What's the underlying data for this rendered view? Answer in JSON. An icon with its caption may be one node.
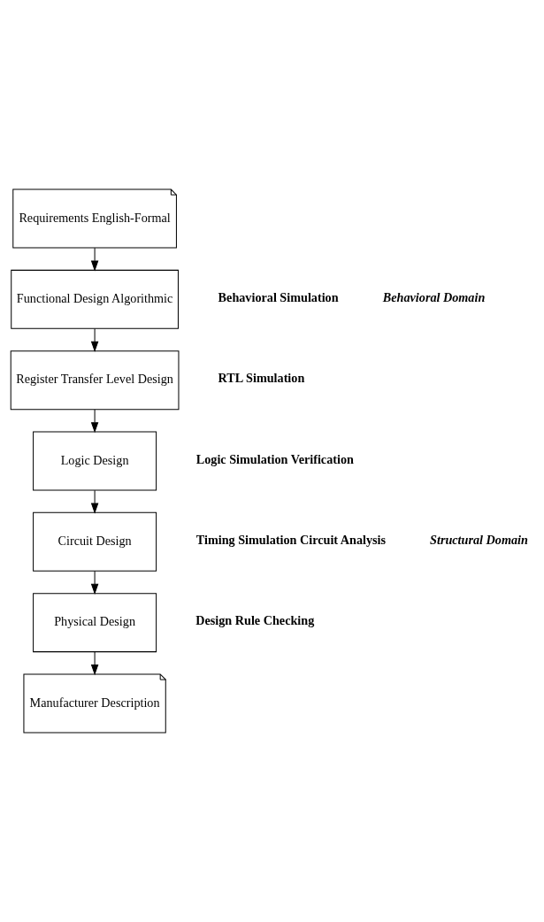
{
  "diagram": {
    "nodes": [
      {
        "text": [
          "Requirements English-Formal"
        ]
      },
      {
        "text": [
          "Functional Design Algorithmic"
        ],
        "beside": [
          "Behavioral Simulation"
        ]
      },
      {
        "text": [
          "Register Transfer Level Design"
        ],
        "beside": [
          "RTL Simulation"
        ]
      },
      {
        "text": [
          "Logic Design"
        ],
        "beside": [
          "Logic Simulation Verification"
        ]
      },
      {
        "text": [
          "Circuit Design"
        ],
        "beside": [
          "Timing Simulation Circuit Analysis"
        ]
      },
      {
        "text": [
          "Physical Design"
        ],
        "beside": [
          "Design Rule Checking"
        ]
      },
      {
        "text": [
          "Manufacturer Description"
        ]
      }
    ],
    "edges": [
      {
        "from": 0,
        "to": 1,
        "arrow": "to"
      },
      {
        "from": 1,
        "to": 2,
        "arrow": "to"
      },
      {
        "from": 2,
        "to": 3,
        "arrow": "to"
      },
      {
        "from": 3,
        "to": 4,
        "arrow": "to"
      },
      {
        "from": 4,
        "to": 5,
        "arrow": "to"
      },
      {
        "from": 5,
        "to": 6,
        "arrow": "to"
      }
    ],
    "labels": [
      "Behavioral Domain",
      "Structural Domain"
    ]
  }
}
